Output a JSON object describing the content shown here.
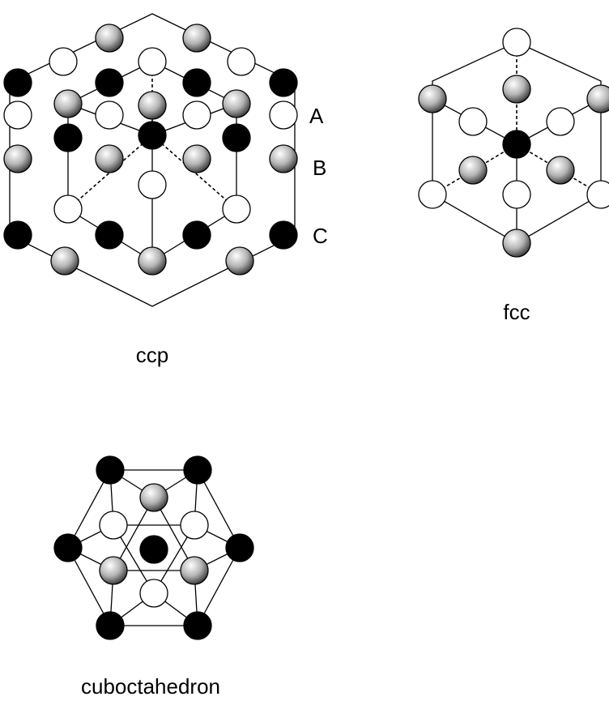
{
  "figures": {
    "ccp": {
      "caption": "ccp",
      "layer_labels": [
        "A",
        "B",
        "C"
      ]
    },
    "fcc": {
      "caption": "fcc"
    },
    "cuboctahedron": {
      "caption": "cuboctahedron"
    }
  },
  "atom_legend": {
    "A": {
      "style": "open circle",
      "fill": "#ffffff"
    },
    "B": {
      "style": "shaded sphere",
      "fill": "#c8c8c8"
    },
    "C": {
      "style": "filled circle",
      "fill": "#000000"
    }
  }
}
